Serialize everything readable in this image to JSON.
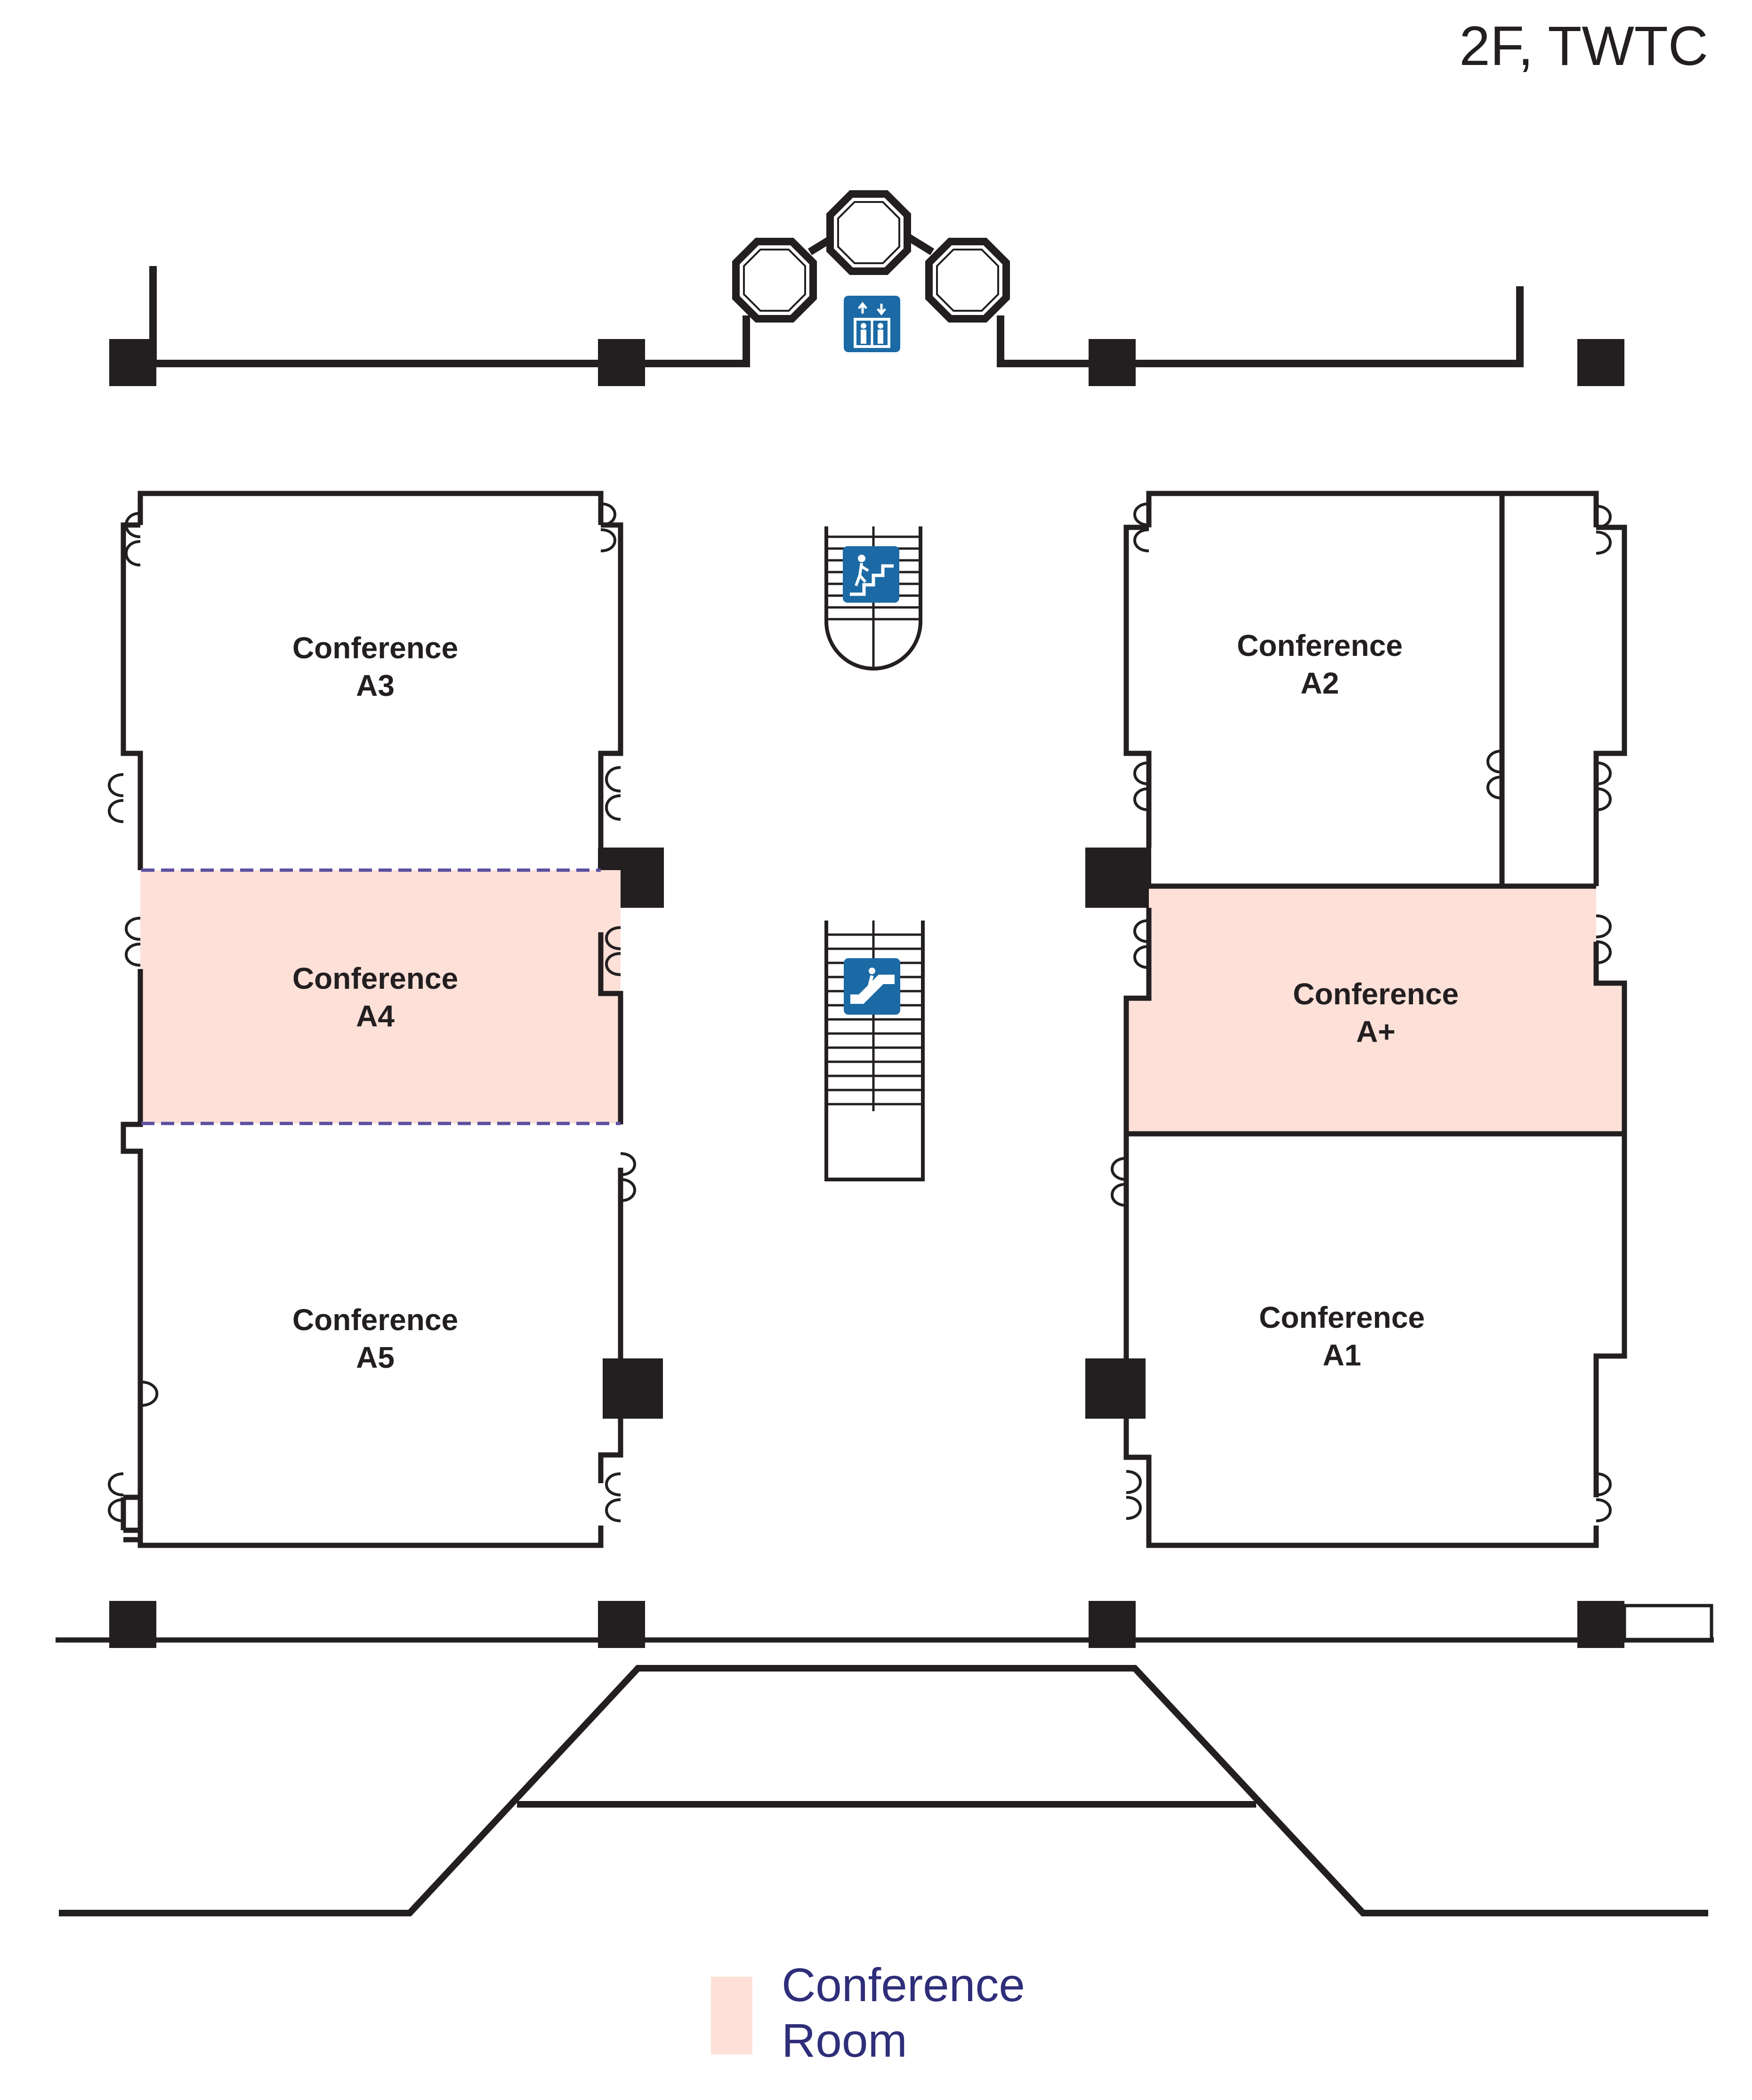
{
  "floor": {
    "title": "2F, TWTC"
  },
  "rooms": {
    "a3": {
      "line1": "Conference",
      "line2": "A3"
    },
    "a4": {
      "line1": "Conference",
      "line2": "A4"
    },
    "a5": {
      "line1": "Conference",
      "line2": "A5"
    },
    "a2": {
      "line1": "Conference",
      "line2": "A2"
    },
    "aplus": {
      "line1": "Conference",
      "line2": "A+"
    },
    "a1": {
      "line1": "Conference",
      "line2": "A1"
    }
  },
  "legend": {
    "line1": "Conference",
    "line2": "Room"
  },
  "colors": {
    "wall": "#231f20",
    "conference_fill": "#fde0d8",
    "divider": "#5b4fa0",
    "icon_bg": "#1b6aa5",
    "legend_text": "#2e2e7a"
  },
  "icons": {
    "elevator": "elevator-icon",
    "stairs": "stairs-icon",
    "escalator": "escalator-icon"
  }
}
